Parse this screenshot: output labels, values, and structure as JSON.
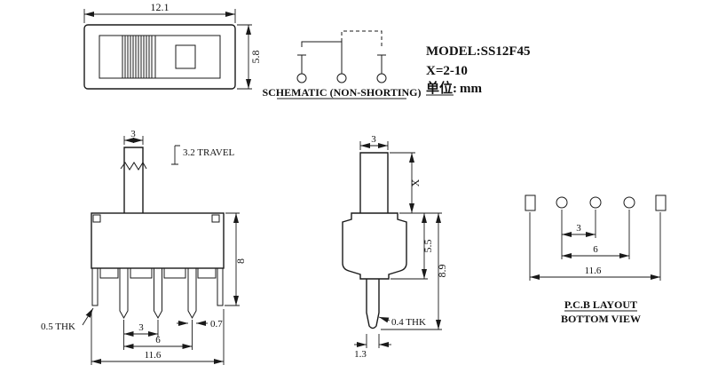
{
  "header": {
    "model": "MODEL:SS12F45",
    "x_range": "X=2-10",
    "unit_label": "单位:",
    "unit_value": "mm"
  },
  "schematic": {
    "caption": "SCHEMATIC (NON-SHORTING)"
  },
  "top_view": {
    "dim_width": "12.1",
    "dim_height": "5.8"
  },
  "front_view": {
    "dim_knob_width": "3",
    "dim_travel": "3.2 TRAVEL",
    "dim_body_height": "8",
    "dim_terminal_thickness": "0.5 THK",
    "dim_pin_pitch": "3",
    "dim_pin_span": "6",
    "dim_pin_width": "0.7",
    "dim_overall_width": "11.6"
  },
  "side_view": {
    "dim_actuator_width": "3",
    "dim_actuator_height": "X",
    "dim_body_height": "5.5",
    "dim_total_height": "8.9",
    "dim_pin_width": "1.3",
    "dim_pin_thickness": "0.4 THK"
  },
  "pcb": {
    "dim_hole_pitch": "3",
    "dim_hole_span": "6",
    "dim_slot_span": "11.6",
    "caption_line1": "P.C.B LAYOUT",
    "caption_line2": "BOTTOM VIEW"
  }
}
